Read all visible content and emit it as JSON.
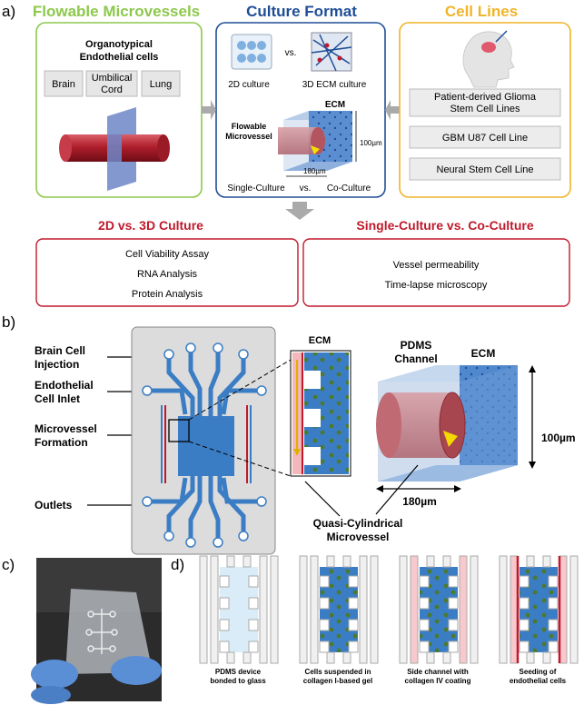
{
  "panel_labels": {
    "a": "a)",
    "b": "b)",
    "c": "c)",
    "d": "d)"
  },
  "colors": {
    "green": "#8cc84b",
    "blue": "#1f4e96",
    "gold": "#f0b429",
    "red": "#c0192b",
    "channel": "#3b7dc4"
  },
  "panel_a": {
    "flowable_title": "Flowable Microvessels",
    "culture_title": "Culture Format",
    "cell_lines_title": "Cell Lines",
    "organotypical_line1": "Organotypical",
    "organotypical_line2": "Endothelial cells",
    "cell_types": [
      "Brain",
      "Umbilical",
      "Cord",
      "Lung"
    ],
    "culture_2d": "2D culture",
    "vs": "vs.",
    "culture_3d": "3D ECM culture",
    "ecm": "ECM",
    "flowable_line1": "Flowable",
    "flowable_line2": "Microvessel",
    "dim_100": "100µm",
    "dim_180": "180µm",
    "single_culture": "Single-Culture",
    "vs2": "vs.",
    "co_culture": "Co-Culture",
    "cell_line_items": [
      "Patient-derived Glioma",
      "Stem Cell Lines",
      "GBM U87 Cell Line",
      "Neural Stem Cell Line"
    ],
    "result_left_title": "2D vs. 3D Culture",
    "result_right_title": "Single-Culture vs. Co-Culture",
    "result_left_items": [
      "Cell Viability Assay",
      "RNA Analysis",
      "Protein Analysis"
    ],
    "result_right_items": [
      "Vessel permeability",
      "Time-lapse microscopy"
    ]
  },
  "panel_b": {
    "labels": [
      "Brain Cell",
      "Injection",
      "Endothelial",
      "Cell Inlet",
      "Microvessel",
      "Formation",
      "Outlets"
    ],
    "ecm_small": "ECM",
    "pdms_line1": "PDMS",
    "pdms_line2": "Channel",
    "ecm_large": "ECM",
    "dim_100": "100µm",
    "dim_180": "180µm",
    "quasi_line1": "Quasi-Cylindrical",
    "quasi_line2": "Microvessel"
  },
  "panel_d": {
    "captions": [
      [
        "PDMS device",
        "bonded to glass"
      ],
      [
        "Cells suspended in",
        "collagen I-based gel"
      ],
      [
        "Side channel with",
        "collagen IV coating"
      ],
      [
        "Seeding of",
        "endothelial cells"
      ]
    ]
  }
}
